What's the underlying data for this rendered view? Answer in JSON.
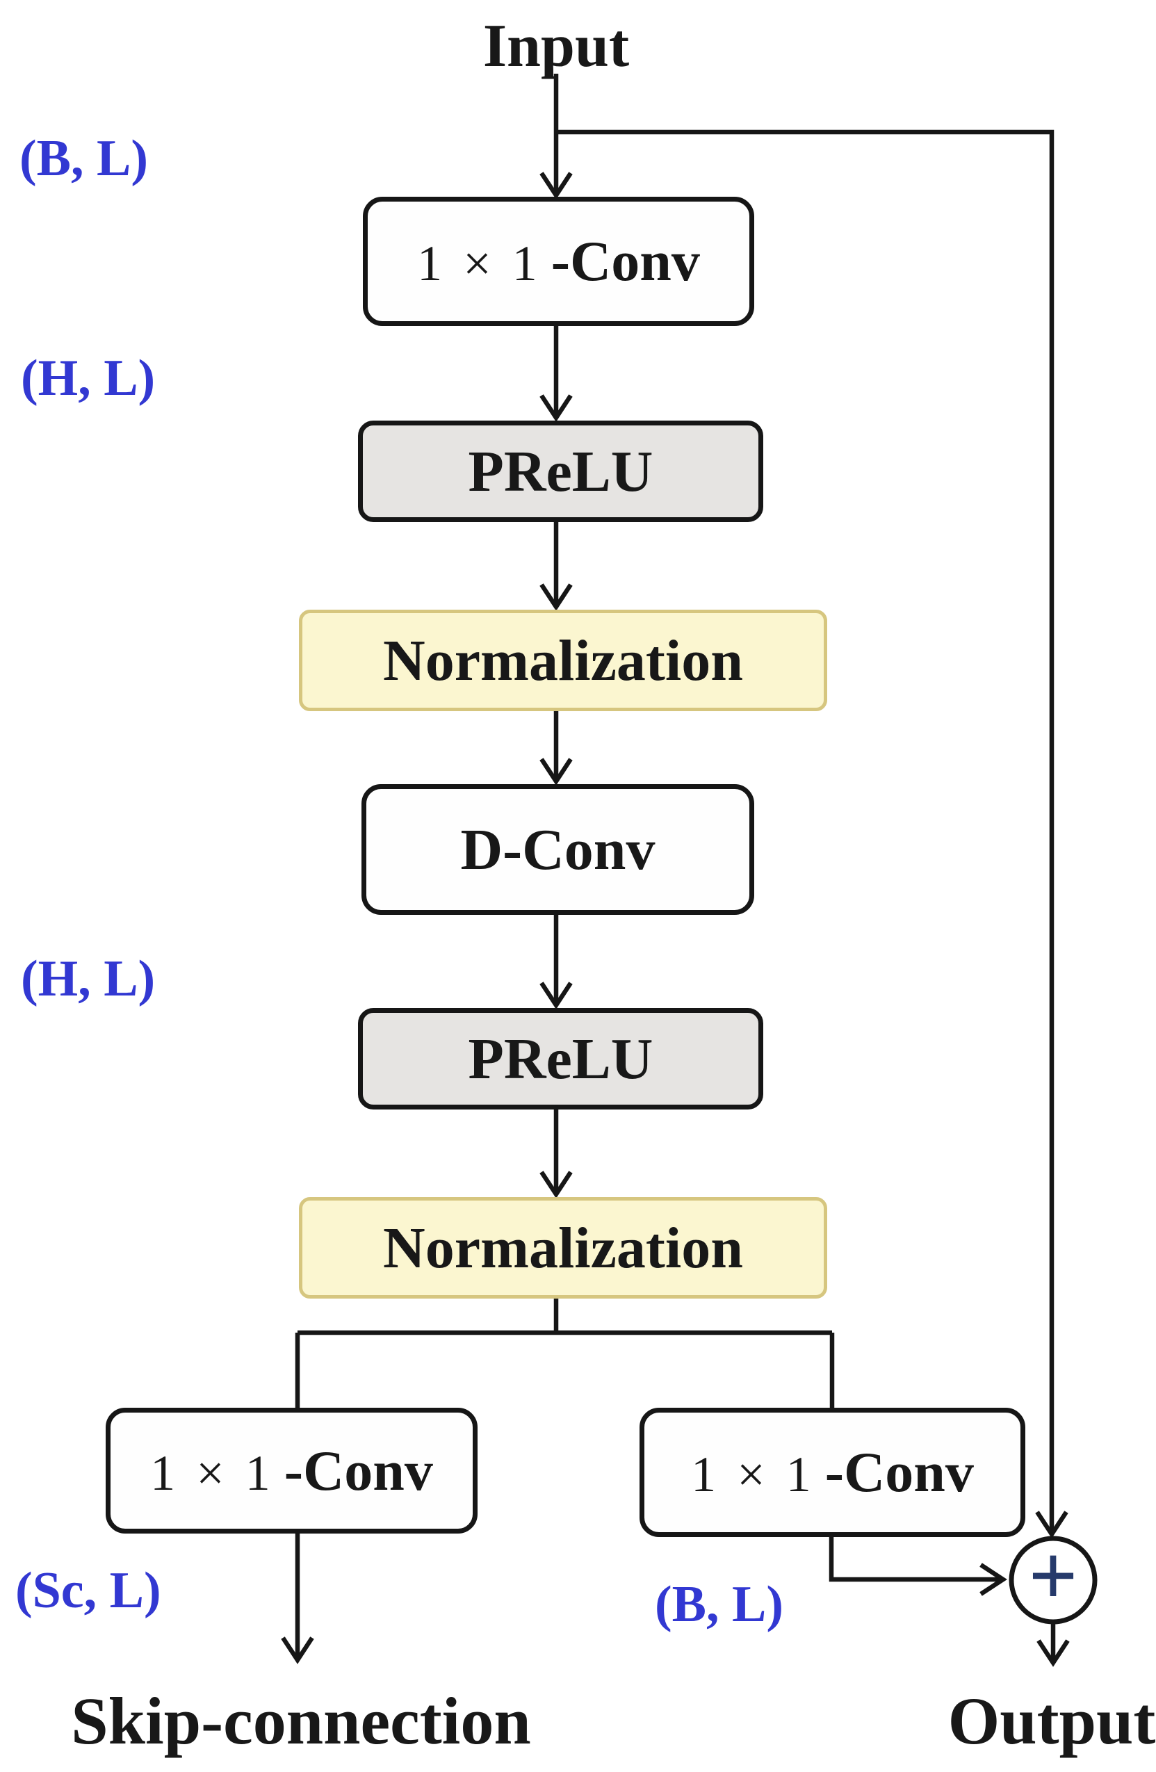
{
  "labels": {
    "input": "Input",
    "skip_caption": "Skip-connection",
    "output_caption": "Output"
  },
  "boxes": {
    "conv_top": {
      "prefix": "1 × 1",
      "suffix": "-Conv"
    },
    "prelu_top": "PReLU",
    "norm_top": "Normalization",
    "dconv": "D-Conv",
    "prelu_bottom": "PReLU",
    "norm_bottom": "Normalization",
    "conv_skip": {
      "prefix": "1 × 1",
      "suffix": "-Conv"
    },
    "conv_residual": {
      "prefix": "1 × 1",
      "suffix": "-Conv"
    }
  },
  "dims": {
    "top_bl": "(B, L)",
    "top_hl": "(H, L)",
    "mid_hl": "(H, L)",
    "bottom_sc": "(Sc, L)",
    "bottom_bl": "(B, L)"
  },
  "sum_symbol": "+",
  "colors": {
    "canvas_bg": "#ffffff",
    "line_black": "#161616",
    "text_black": "#181818",
    "box_gray_fill": "#e6e4e2",
    "box_yellow_fill": "#fbf6d0",
    "box_yellow_border": "#d6c67f",
    "dim_label_blue": "#3238d2",
    "plus_navy": "#263a6b"
  }
}
